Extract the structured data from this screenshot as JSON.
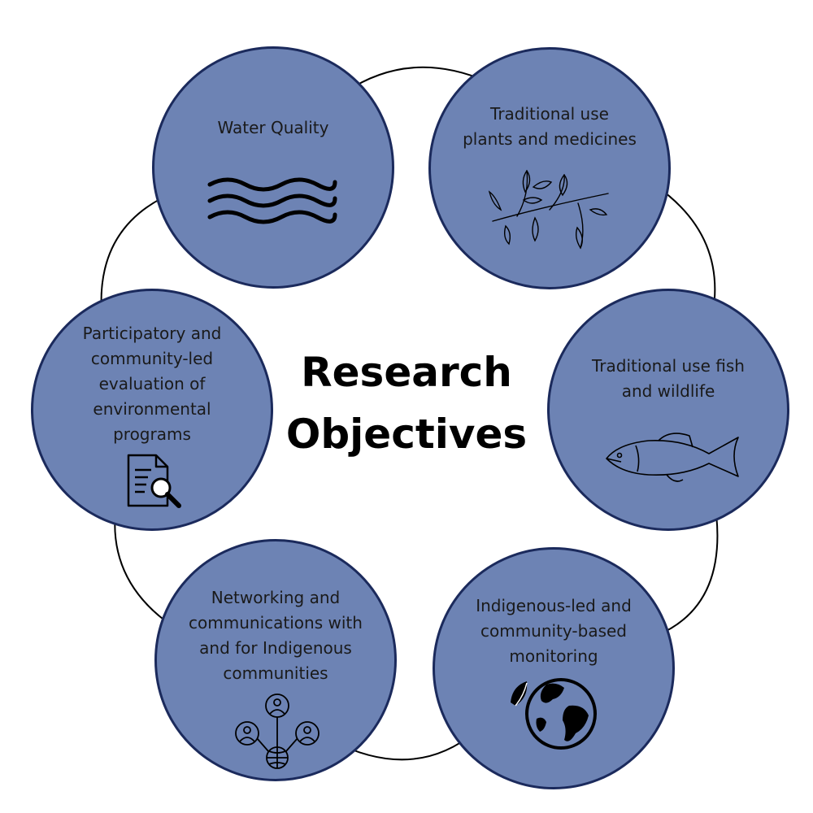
{
  "title": "Research\nObjectives",
  "colors": {
    "circle_fill": "#6d83b4",
    "circle_stroke": "#1b2a5c",
    "arrow": "#000000",
    "text": "#1a1a1a"
  },
  "nodes": [
    {
      "label": "Water Quality",
      "icon": "waves-icon"
    },
    {
      "label": "Traditional use\nplants and medicines",
      "icon": "leaf-branch-icon"
    },
    {
      "label": "Traditional use fish\nand wildlife",
      "icon": "fish-icon"
    },
    {
      "label": "Indigenous-led and\ncommunity-based\nmonitoring",
      "icon": "earth-leaf-icon"
    },
    {
      "label": "Networking and\ncommunications with\nand for Indigenous\ncommunities",
      "icon": "network-people-icon"
    },
    {
      "label": "Participatory and\ncommunity-led\nevaluation of\nenvironmental\nprograms",
      "icon": "document-search-icon"
    }
  ]
}
